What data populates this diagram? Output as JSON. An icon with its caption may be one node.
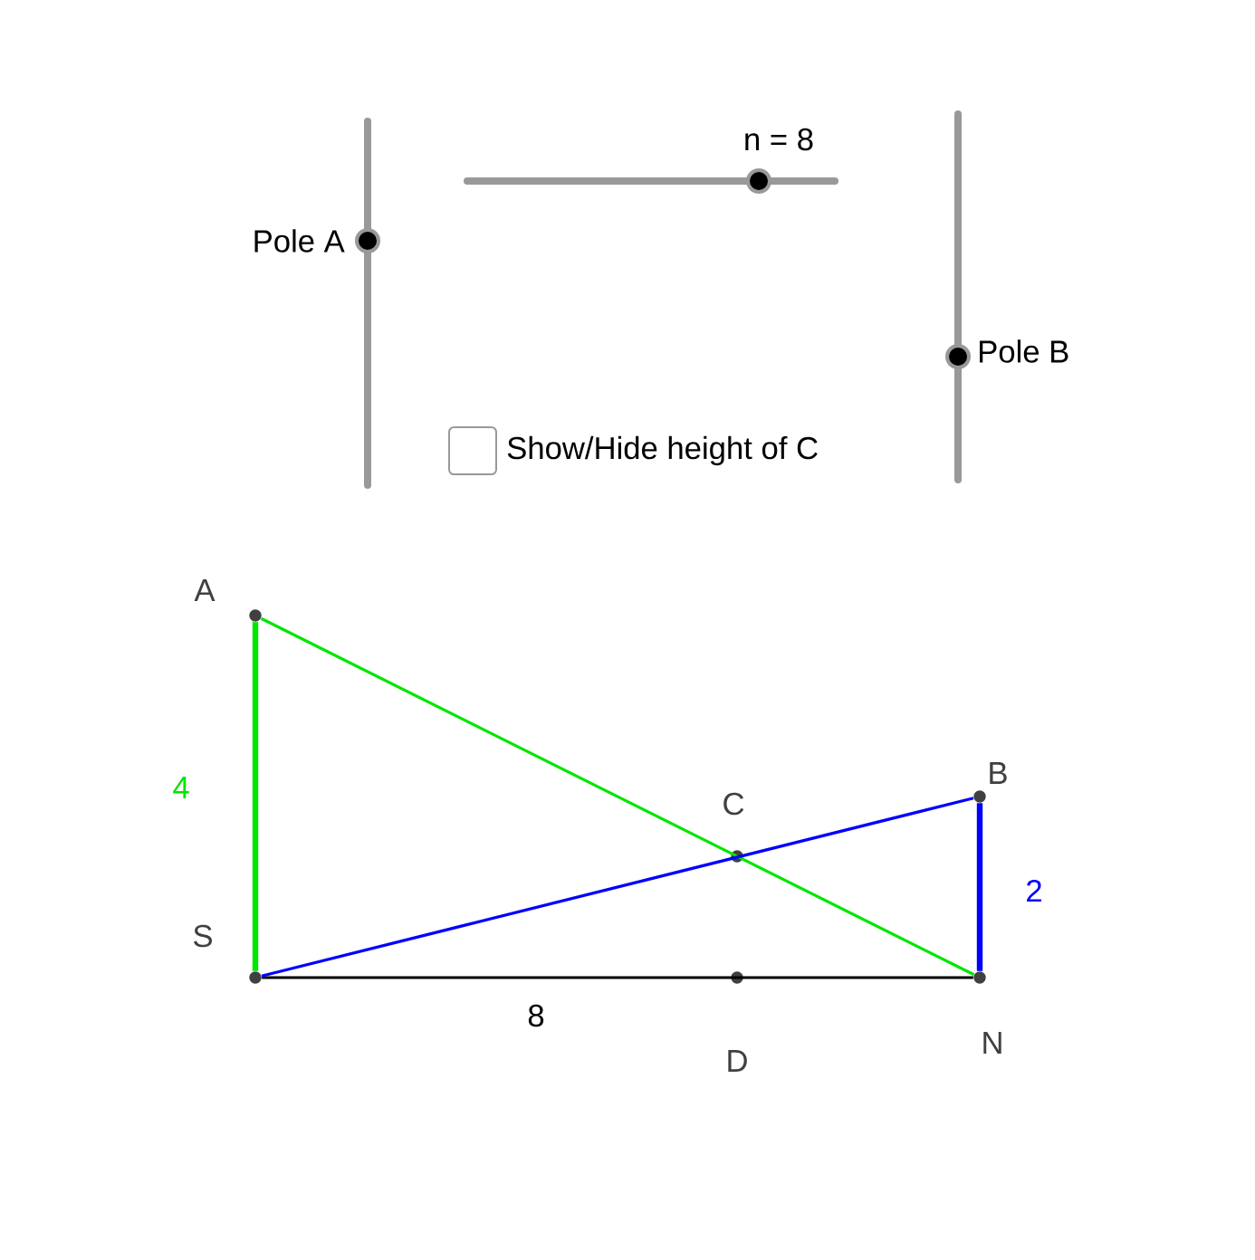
{
  "diagram": {
    "nodes": [
      {
        "text": [
          "A"
        ]
      },
      {
        "text": [
          "B"
        ]
      },
      {
        "text": [
          "C"
        ]
      },
      {
        "text": [
          "D"
        ]
      },
      {
        "text": [
          "S"
        ]
      },
      {
        "text": [
          "N"
        ]
      }
    ],
    "edges": [
      {
        "from": 0,
        "to": 4,
        "arrow": "none",
        "label": "4",
        "style": "thick",
        "color": "#00e600"
      },
      {
        "from": 4,
        "to": 5,
        "arrow": "none",
        "label": "8",
        "color": "#000000"
      },
      {
        "from": 0,
        "to": 5,
        "arrow": "none",
        "color": "#00e600"
      },
      {
        "from": 4,
        "to": 1,
        "arrow": "none",
        "color": "#0000ff"
      },
      {
        "from": 1,
        "to": 5,
        "arrow": "none",
        "label": "2",
        "style": "thick",
        "color": "#0000ff"
      }
    ],
    "labels": [
      "n = 8",
      "Pole A",
      "Pole B",
      "Show/Hide height of C"
    ]
  }
}
